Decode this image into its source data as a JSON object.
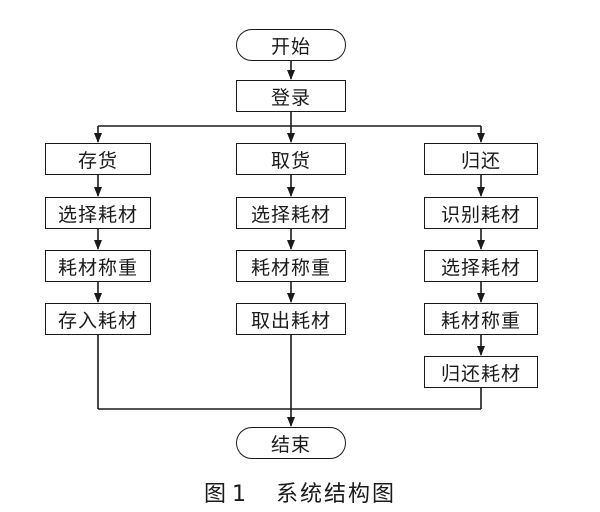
{
  "diagram": {
    "start": "开始",
    "login": "登录",
    "end": "结束",
    "columns": [
      {
        "header": "存货",
        "steps": [
          "选择耗材",
          "耗材称重",
          "存入耗材"
        ]
      },
      {
        "header": "取货",
        "steps": [
          "选择耗材",
          "耗材称重",
          "取出耗材"
        ]
      },
      {
        "header": "归还",
        "steps": [
          "识别耗材",
          "选择耗材",
          "耗材称重",
          "归还耗材"
        ]
      }
    ]
  },
  "caption": {
    "figure": "图",
    "number": "1",
    "title": "系统结构图"
  },
  "colors": {
    "line": "#1a1a1a",
    "background": "#ffffff"
  }
}
